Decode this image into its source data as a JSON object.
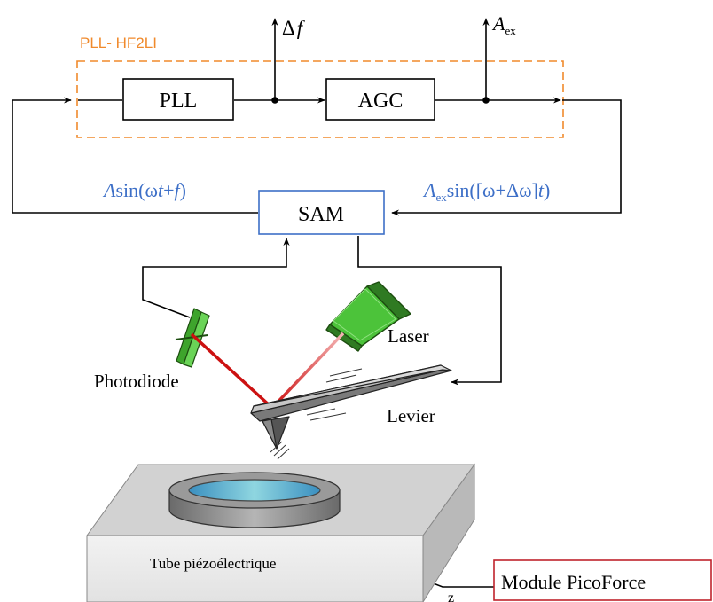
{
  "pll_box": {
    "label": "PLL- HF2LI"
  },
  "blocks": {
    "pll": "PLL",
    "agc": "AGC",
    "sam": "SAM",
    "module": "Module PicoForce"
  },
  "outputs": {
    "delta_f": {
      "prefix": "Δ",
      "var": "f"
    },
    "a_ex": {
      "var": "A",
      "sub": "ex"
    }
  },
  "signals": {
    "left": {
      "A": "A",
      "sin": "sin(ω",
      "t": "t",
      "plus": "+",
      "f": "f",
      "close": ")"
    },
    "right": {
      "A": "A",
      "sub": "ex",
      "rest": "sin([ω+Δω]",
      "t": "t",
      "close": ")"
    }
  },
  "labels": {
    "photodiode": "Photodiode",
    "laser": "Laser",
    "levier": "Levier",
    "tube": "Tube piézoélectrique",
    "z": "z"
  },
  "colors": {
    "orange": "#f08a2c",
    "blue_signal": "#3d6fc7",
    "laser_red": "#cc1111",
    "module_red": "#c0232c",
    "green": "#4cc33a"
  }
}
